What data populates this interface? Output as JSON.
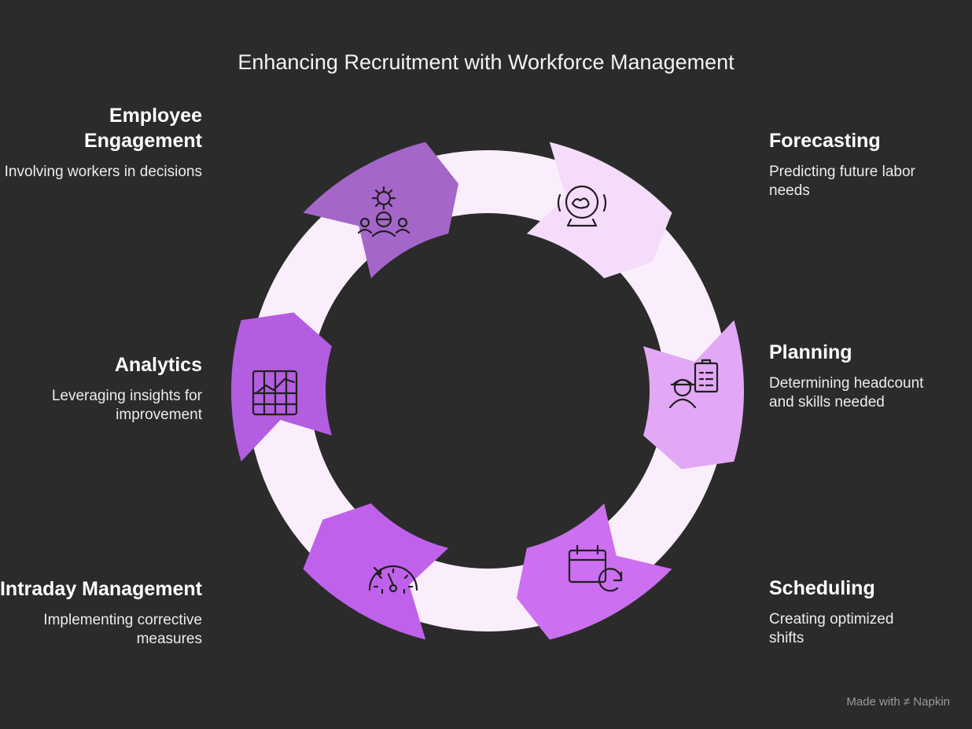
{
  "title": "Enhancing Recruitment with Workforce Management",
  "steps": [
    {
      "head": "Forecasting",
      "desc": "Predicting future labor needs",
      "color": "#f5dcfb",
      "icon": "crystal-ball-icon"
    },
    {
      "head": "Planning",
      "desc": "Determining headcount and skills needed",
      "color": "#e3a8f5",
      "icon": "worker-clipboard-icon"
    },
    {
      "head": "Scheduling",
      "desc": "Creating optimized shifts",
      "color": "#cc6ff0",
      "icon": "calendar-refresh-icon"
    },
    {
      "head": "Intraday Management",
      "desc": "Implementing corrective measures",
      "color": "#c061ec",
      "icon": "speedometer-icon"
    },
    {
      "head": "Analytics",
      "desc": "Leveraging insights for improvement",
      "color": "#b35de0",
      "icon": "chart-grid-icon"
    },
    {
      "head": "Employee Engagement",
      "desc": "Involving workers in decisions",
      "color": "#a566c9",
      "icon": "team-gear-icon"
    }
  ],
  "ring_color": "#fbeefc",
  "footer": {
    "prefix": "Made with",
    "brand": "Napkin"
  }
}
